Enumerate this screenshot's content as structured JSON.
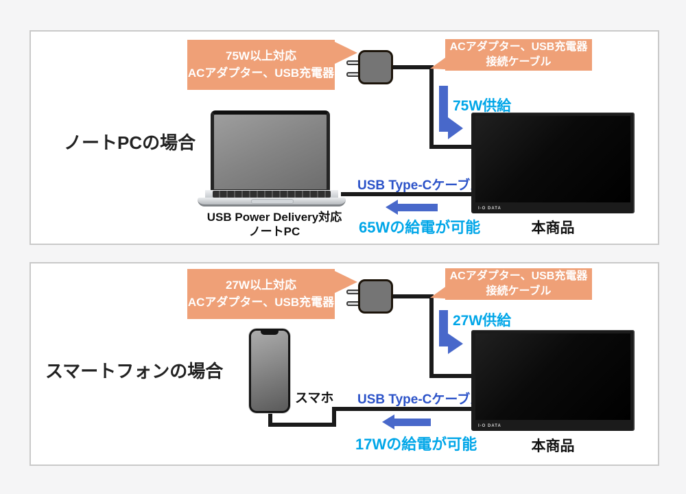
{
  "colors": {
    "callout_orange": "#EFA077",
    "arrow_blue": "#4868CA",
    "cyan_text": "#00A6E8",
    "royal_text": "#2B52C8",
    "cable_black": "#1A1A1A",
    "panel_border": "#C9C9C9",
    "page_background": "#F5F5F6"
  },
  "panel_laptop": {
    "title": "ノートPCの場合",
    "adapter_callout_line1": "75W以上対応",
    "adapter_callout_line2": "ACアダプター、USB充電器",
    "cable_callout_line1": "ACアダプター、USB充電器",
    "cable_callout_line2": "接続ケーブル",
    "supply_label": "75W供給",
    "typec_label": "USB Type-Cケーブル",
    "delivery_label": "65Wの給電が可能",
    "device_label_line1": "USB Power Delivery対応",
    "device_label_line2": "ノートPC",
    "product_label": "本商品",
    "monitor_logo": "I-O DATA"
  },
  "panel_smartphone": {
    "title": "スマートフォンの場合",
    "adapter_callout_line1": "27W以上対応",
    "adapter_callout_line2": "ACアダプター、USB充電器",
    "cable_callout_line1": "ACアダプター、USB充電器",
    "cable_callout_line2": "接続ケーブル",
    "supply_label": "27W供給",
    "typec_label": "USB Type-Cケーブル",
    "delivery_label": "17Wの給電が可能",
    "device_label": "スマホ",
    "product_label": "本商品",
    "monitor_logo": "I-O DATA"
  }
}
